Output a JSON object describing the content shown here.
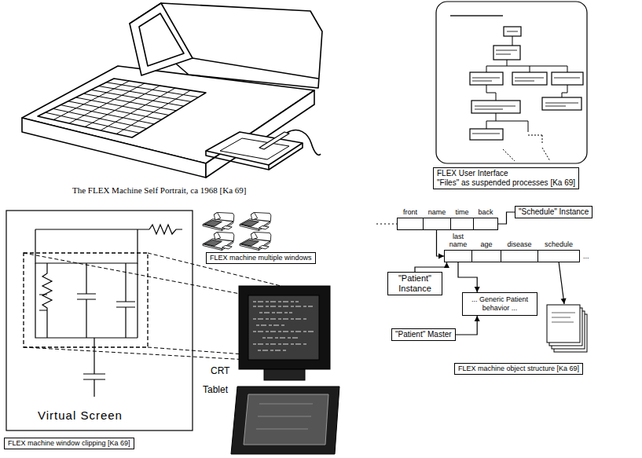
{
  "diagram": {
    "nodes": [
      {
        "text": [
          "FLEX User Interface",
          "\"Files\" as suspended processes [Ka 69]"
        ]
      },
      {
        "text": [
          "FLEX machine window clipping [Ka 69]"
        ]
      },
      {
        "text": [
          "FLEX machine multiple windows"
        ]
      },
      {
        "text": [
          "\"Schedule\" Instance"
        ]
      },
      {
        "text": [
          "front",
          "name",
          "time",
          "back"
        ]
      },
      {
        "text": [
          "\"Patient\" Instance"
        ]
      },
      {
        "text": [
          "last name",
          "age",
          "disease",
          "schedule",
          "..."
        ]
      },
      {
        "text": [
          "... Generic Patient behavior ..."
        ]
      },
      {
        "text": [
          "\"Patient\" Master"
        ]
      },
      {
        "text": [
          "FLEX machine object structure [Ka 69]"
        ]
      }
    ],
    "edges": [
      {
        "from": 3,
        "to": 4,
        "arrow": "none"
      },
      {
        "from": 5,
        "to": 6,
        "arrow": "to"
      },
      {
        "from": 4,
        "to": 6,
        "arrow": "to"
      },
      {
        "from": 6,
        "to": 7,
        "arrow": "to"
      },
      {
        "from": 8,
        "to": 7,
        "arrow": "to"
      }
    ],
    "labels": [
      "The FLEX Machine Self Portrait, ca 1968 [Ka 69]",
      "Virtual Screen",
      "CRT",
      "Tablet"
    ]
  }
}
